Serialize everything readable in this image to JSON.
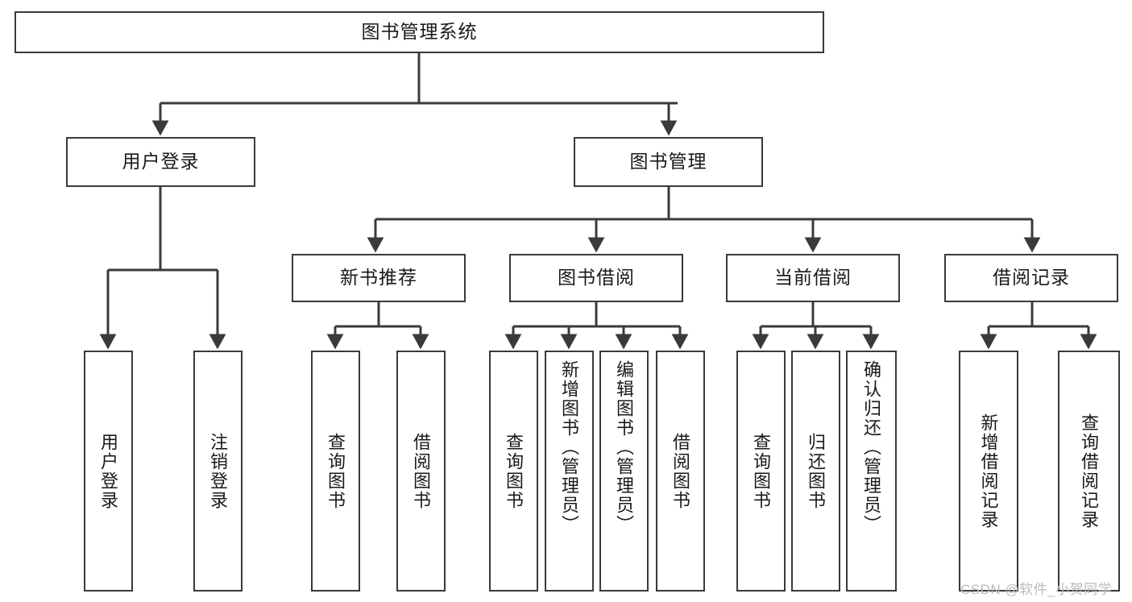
{
  "diagram": {
    "title": "图书管理系统",
    "type": "hierarchy-tree",
    "root": {
      "id": "root",
      "label": "图书管理系统"
    },
    "level2": [
      {
        "id": "user-login",
        "label": "用户登录"
      },
      {
        "id": "book-manage",
        "label": "图书管理"
      }
    ],
    "level3": [
      {
        "id": "new-book-rec",
        "label": "新书推荐",
        "parent": "book-manage"
      },
      {
        "id": "book-borrow",
        "label": "图书借阅",
        "parent": "book-manage"
      },
      {
        "id": "current-borrow",
        "label": "当前借阅",
        "parent": "book-manage"
      },
      {
        "id": "borrow-record",
        "label": "借阅记录",
        "parent": "book-manage"
      }
    ],
    "leaves": [
      {
        "id": "leaf-user-login",
        "label": "用户登录",
        "parent": "user-login"
      },
      {
        "id": "leaf-logout",
        "label": "注销登录",
        "parent": "user-login"
      },
      {
        "id": "leaf-query-book-1",
        "label": "查询图书",
        "parent": "new-book-rec"
      },
      {
        "id": "leaf-borrow-book-1",
        "label": "借阅图书",
        "parent": "new-book-rec"
      },
      {
        "id": "leaf-query-book-2",
        "label": "查询图书",
        "parent": "book-borrow"
      },
      {
        "id": "leaf-add-book",
        "label": "新增图书（管理员）",
        "parent": "book-borrow"
      },
      {
        "id": "leaf-edit-book",
        "label": "编辑图书（管理员）",
        "parent": "book-borrow"
      },
      {
        "id": "leaf-borrow-book-2",
        "label": "借阅图书",
        "parent": "book-borrow"
      },
      {
        "id": "leaf-query-book-3",
        "label": "查询图书",
        "parent": "current-borrow"
      },
      {
        "id": "leaf-return-book",
        "label": "归还图书",
        "parent": "current-borrow"
      },
      {
        "id": "leaf-confirm-return",
        "label": "确认归还（管理员）",
        "parent": "current-borrow"
      },
      {
        "id": "leaf-add-record",
        "label": "新增借阅记录",
        "parent": "borrow-record"
      },
      {
        "id": "leaf-query-record",
        "label": "查询借阅记录",
        "parent": "borrow-record"
      }
    ],
    "colors": {
      "background": "#ffffff",
      "box_border": "#3a3a3a",
      "box_fill": "#ffffff",
      "connector": "#3a3a3a",
      "text": "#1a1a1a",
      "watermark": "#b9b9b9"
    }
  },
  "watermark": {
    "text": "CSDN @软件_小贺同学"
  }
}
